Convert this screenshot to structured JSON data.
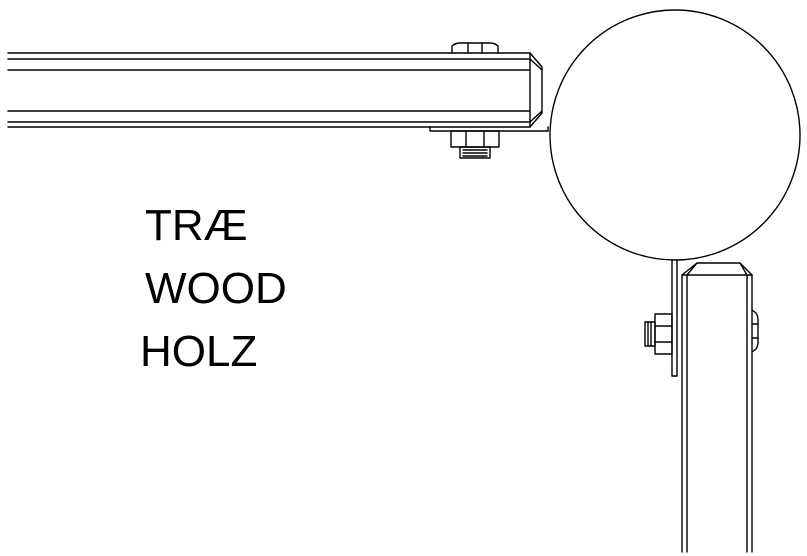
{
  "labels": {
    "danish": "TRÆ",
    "english": "WOOD",
    "german": "HOLZ"
  },
  "colors": {
    "line": "#000000",
    "background": "#ffffff"
  }
}
